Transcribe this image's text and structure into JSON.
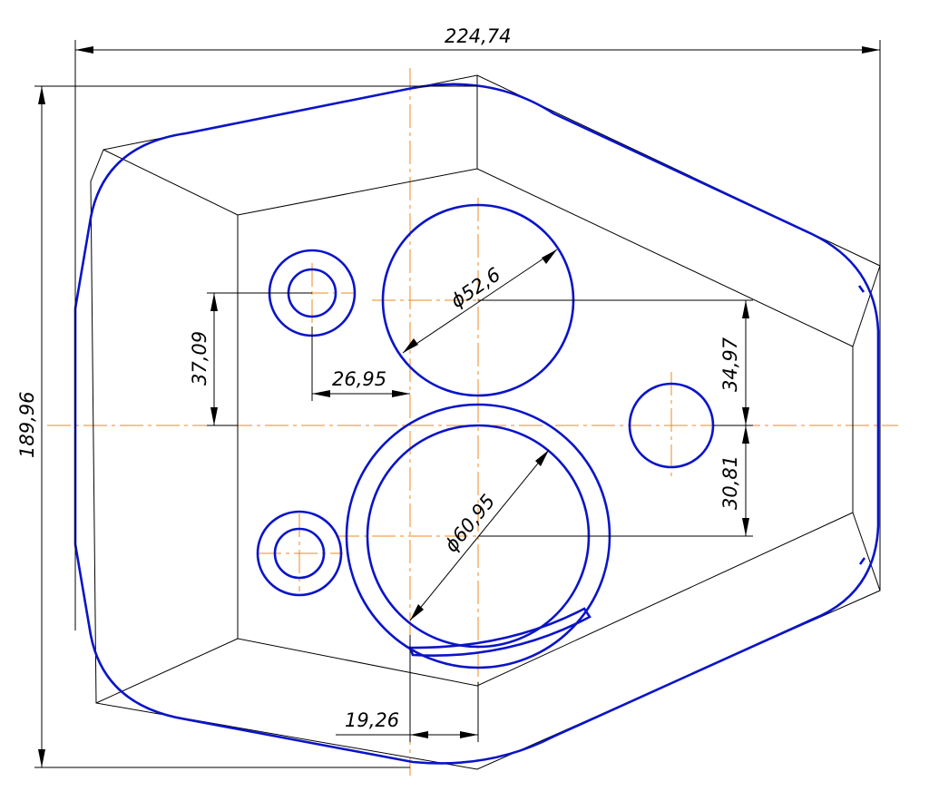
{
  "drawing": {
    "dimensions": {
      "overall_width": "224,74",
      "overall_height": "189,96",
      "hole_large_diameter": "ϕ52,6",
      "hole_ring_diameter": "ϕ60,95",
      "offset_small_hole_v": "37,09",
      "offset_small_hole_h": "26,95",
      "offset_upper_v": "34,97",
      "offset_lower_v": "30,81",
      "offset_bottom_h": "19,26"
    },
    "colors": {
      "contour": "#0a14c8",
      "centerline": "#f08a1e",
      "construction": "#000000"
    }
  }
}
